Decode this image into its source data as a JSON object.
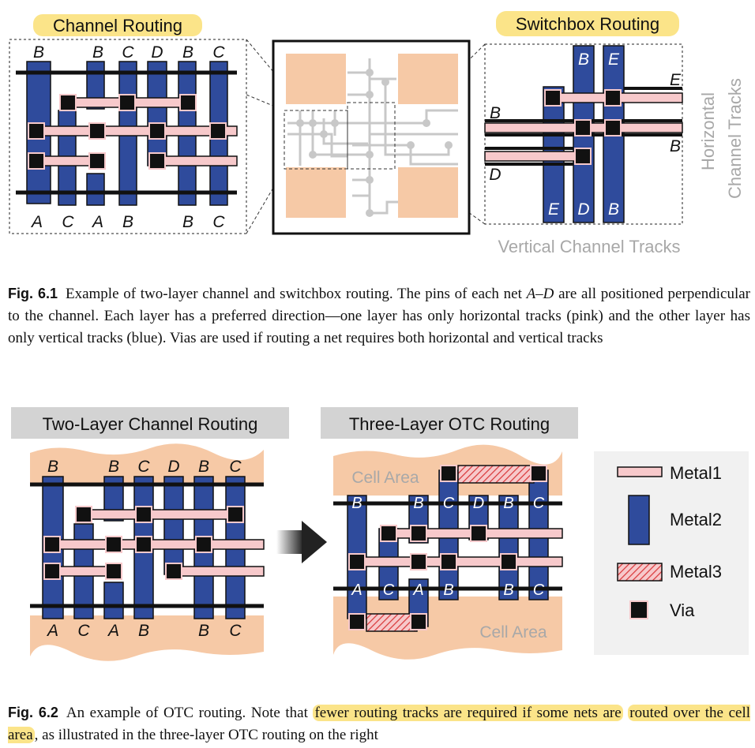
{
  "fig1": {
    "title_channel": "Channel Routing",
    "title_switchbox": "Switchbox Routing",
    "label_horizontal_1": "Horizontal",
    "label_horizontal_2": "Channel Tracks",
    "label_vertical": "Vertical Channel Tracks",
    "top_pins": [
      "B",
      "B",
      "C",
      "D",
      "B",
      "C"
    ],
    "bottom_pins": [
      "A",
      "C",
      "A",
      "B",
      "B",
      "C"
    ],
    "sb_top_pins": [
      "B",
      "E"
    ],
    "sb_bottom_pins": [
      "E",
      "D",
      "B"
    ],
    "sb_left_pins": [
      "B",
      "D"
    ],
    "sb_right_pins": [
      "E",
      "B"
    ],
    "caption_label": "Fig. 6.1",
    "caption_p1": "Example of two-layer channel and switchbox routing. The pins of each net ",
    "caption_range": "A–D",
    "caption_p2": " are all positioned perpendicular to the channel. Each layer has a preferred direction—one layer has only horizontal tracks (pink) and the other layer has only vertical tracks (blue). Vias are used if routing a net requires both horizontal and vertical tracks"
  },
  "fig2": {
    "title_two_layer": "Two-Layer Channel Routing",
    "title_three_layer": "Three-Layer OTC Routing",
    "cell_area_top": "Cell Area",
    "cell_area_bottom": "Cell Area",
    "legend": [
      {
        "name": "metal1",
        "label": "Metal1"
      },
      {
        "name": "metal2",
        "label": "Metal2"
      },
      {
        "name": "metal3",
        "label": "Metal3"
      },
      {
        "name": "via",
        "label": "Via"
      }
    ],
    "caption_label": "Fig. 6.2",
    "caption_p1": "An example of OTC routing. Note that ",
    "caption_hl1": "fewer routing tracks are required if some nets are",
    "caption_hl2": "routed over the cell area",
    "caption_p2": ", as illustrated in the three-layer OTC routing on the right"
  },
  "colors": {
    "metal1": "#f7c9cb",
    "metal2": "#2f4b9c",
    "metal3": "#d9383a",
    "cell_area": "#f6c9a6",
    "title_highlight": "#fbe489",
    "title_box_grey": "#d3d3d3",
    "label_grey": "#a8a8a8"
  }
}
